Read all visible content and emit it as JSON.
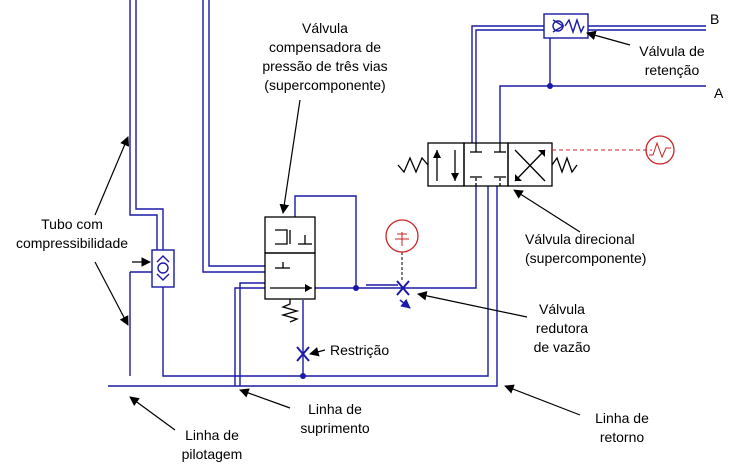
{
  "labels": {
    "pressure_valve": [
      "Válvula",
      "compensadora de",
      "pressão de três vias",
      "(supercomponente)"
    ],
    "check_valve": [
      "Válvula de",
      "retenção"
    ],
    "port_b": "B",
    "port_a": "A",
    "compressible_tube": [
      "Tubo com",
      "compressibilidade"
    ],
    "directional_valve": [
      "Válvula direcional",
      "(supercomponente)"
    ],
    "flow_reducer": [
      "Válvula",
      "redutora",
      "de vazão"
    ],
    "restriction": "Restrição",
    "supply_line": [
      "Linha de",
      "suprimento"
    ],
    "return_line": [
      "Linha de",
      "retorno"
    ],
    "pilot_line": [
      "Linha de",
      "pilotagem"
    ]
  },
  "colors": {
    "pipe": "#1a1aa6",
    "symbol": "#000000",
    "signal": "#cc2222",
    "background": "#ffffff"
  }
}
